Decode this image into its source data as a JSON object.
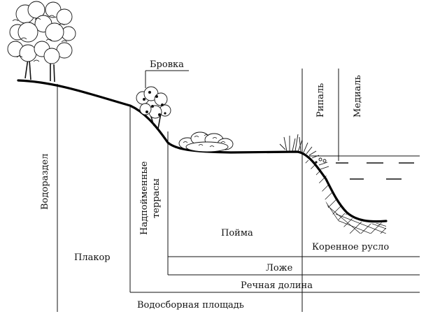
{
  "colors": {
    "ink": "#111111",
    "background": "#ffffff"
  },
  "labels": {
    "brovka": "Бровка",
    "ripal": "Рипаль",
    "medial": "Медиаль",
    "vodorazdel": "Водораздел",
    "nadpoymennye": "Надпойменные",
    "terrasy": "террасы",
    "poyma": "Пойма",
    "plakor": "Плакор",
    "korennoe_ruslo": "Коренное русло",
    "lozhe": "Ложе",
    "rechnaya_dolina": "Речная долина",
    "vodosbornaya_ploshchad": "Водосборная площадь"
  },
  "icons": [
    "tree-icon",
    "bush-icon",
    "shrub-icon",
    "reed-icon"
  ]
}
